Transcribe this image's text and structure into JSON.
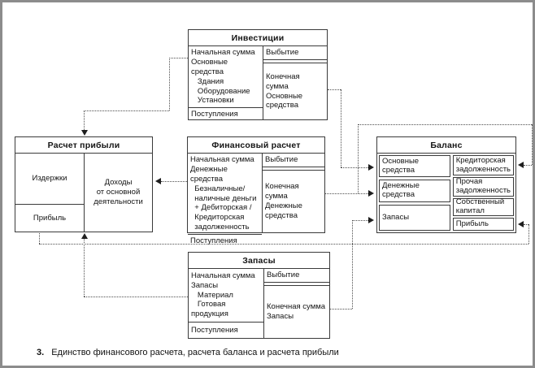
{
  "caption": {
    "number": "3.",
    "text": "Единство финансового расчета, расчета баланса и расчета прибыли"
  },
  "colors": {
    "background": "#ffffff",
    "frame": "#8c8c8c",
    "box_border": "#3a3a3a",
    "connector": "#4d4d4d",
    "text": "#141414"
  },
  "blocks": {
    "investments": {
      "title": "Инвестиции",
      "start": "Начальная сумма\nОсновные средства\n   Здания\n   Оборудование\n   Установки",
      "inflows": "Поступления",
      "outflow": "Выбытие",
      "end": "Конечная сумма\nОсновные\nсредства"
    },
    "financial": {
      "title": "Финансовый расчет",
      "start": "Начальная сумма\nДенежные средства\n  Безналичные/\n  наличные деньги\n  + Дебиторская /\n  Кредиторская\n  задолженность",
      "inflows": "Поступления",
      "outflow": "Выбытие",
      "end": "Конечная сумма\nДенежные\nсредства"
    },
    "inventory": {
      "title": "Запасы",
      "start": "Начальная сумма\nЗапасы\n   Материал\n   Готовая продукция",
      "inflows": "Поступления",
      "outflow": "Выбытие",
      "end": "Конечная сумма\nЗапасы"
    },
    "profit": {
      "title": "Расчет прибыли",
      "costs": "Издержки",
      "profit": "Прибыль",
      "income": "Доходы\nот основной\nдеятельности"
    },
    "balance": {
      "title": "Баланс",
      "assets": [
        "Основные средства",
        "Денежные средства",
        "Запасы"
      ],
      "liabilities": [
        "Кредиторская\nзадолженность",
        "Прочая\nзадолженность",
        "Собственный\nкапитал",
        "Прибыль"
      ]
    }
  }
}
